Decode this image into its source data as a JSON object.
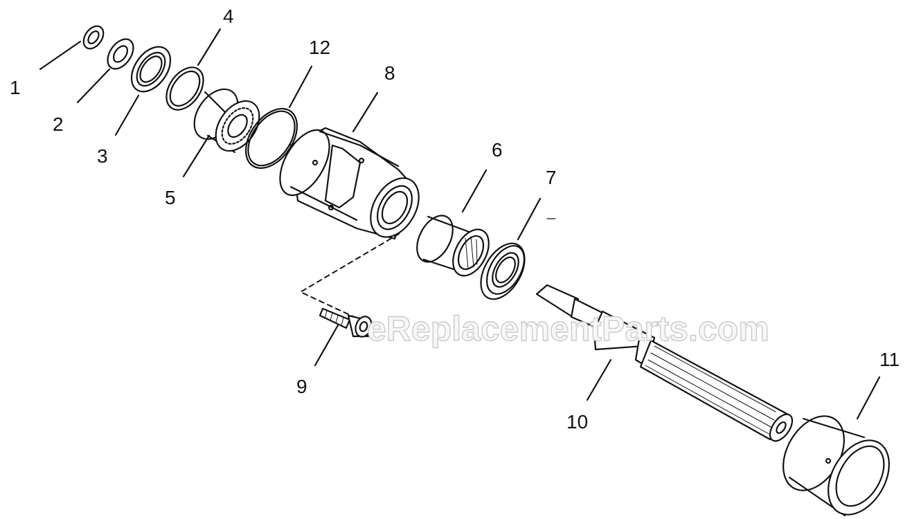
{
  "watermark": "eReplacementParts.com",
  "callouts": [
    {
      "id": "1",
      "label": "1",
      "part": "retaining-ring"
    },
    {
      "id": "2",
      "label": "2",
      "part": "washer"
    },
    {
      "id": "3",
      "label": "3",
      "part": "seal"
    },
    {
      "id": "4",
      "label": "4",
      "part": "snap-ring"
    },
    {
      "id": "5",
      "label": "5",
      "part": "ball-bearing"
    },
    {
      "id": "6",
      "label": "6",
      "part": "needle-bearing"
    },
    {
      "id": "7",
      "label": "7",
      "part": "shaft-seal"
    },
    {
      "id": "8",
      "label": "8",
      "part": "housing"
    },
    {
      "id": "9",
      "label": "9",
      "part": "cap-screw"
    },
    {
      "id": "10",
      "label": "10",
      "part": "splined-shaft"
    },
    {
      "id": "11",
      "label": "11",
      "part": "sleeve"
    },
    {
      "id": "12",
      "label": "12",
      "part": "o-ring"
    }
  ]
}
